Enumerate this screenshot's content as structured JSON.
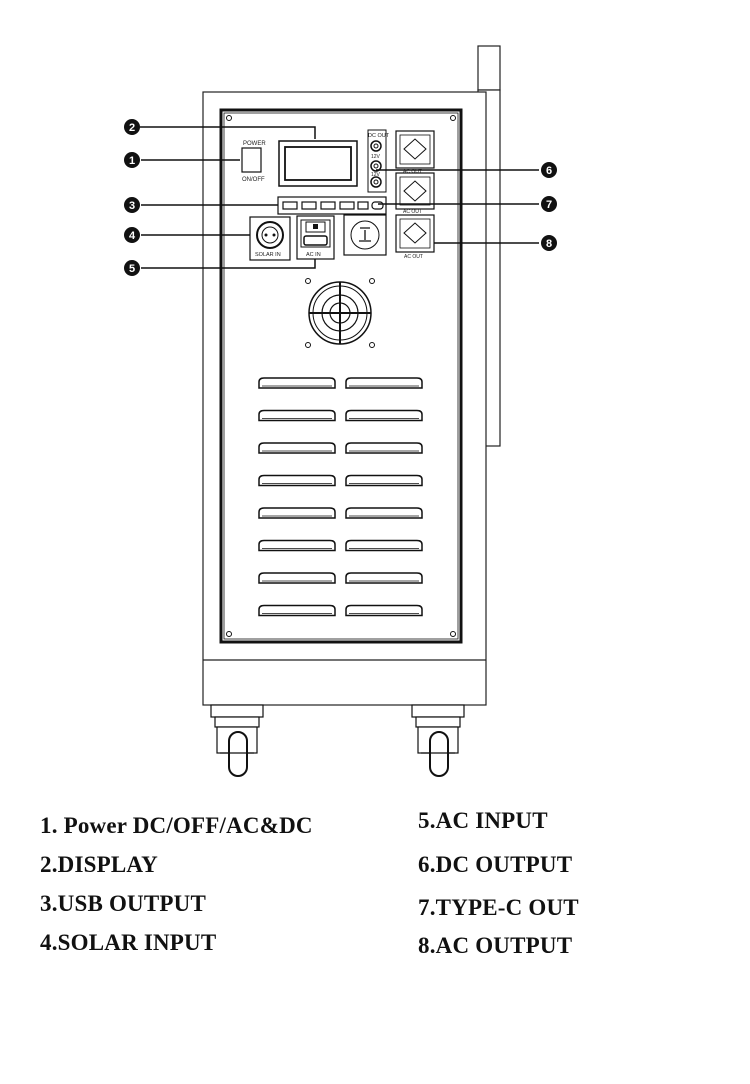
{
  "panel_labels": {
    "power": "POWER",
    "on_off": "ON/OFF",
    "dc_out": "DC OUT",
    "v12_top": "12V",
    "v12_bottom": "12V",
    "ac_out_1": "AC OUT",
    "ac_out_2": "AC OUT",
    "ac_out_3": "AC OUT",
    "solar_in": "SOLAR IN",
    "ac_in": "AC IN"
  },
  "callouts": [
    "1",
    "2",
    "3",
    "4",
    "5",
    "6",
    "7",
    "8"
  ],
  "legend": {
    "item1": "1. Power DC/OFF/AC&DC",
    "item2": "2.DISPLAY",
    "item3": "3.USB OUTPUT",
    "item4": "4.SOLAR INPUT",
    "item5": "5.AC INPUT",
    "item6": "6.DC OUTPUT",
    "item7": "7.TYPE-C OUT",
    "item8": "8.AC OUTPUT"
  }
}
